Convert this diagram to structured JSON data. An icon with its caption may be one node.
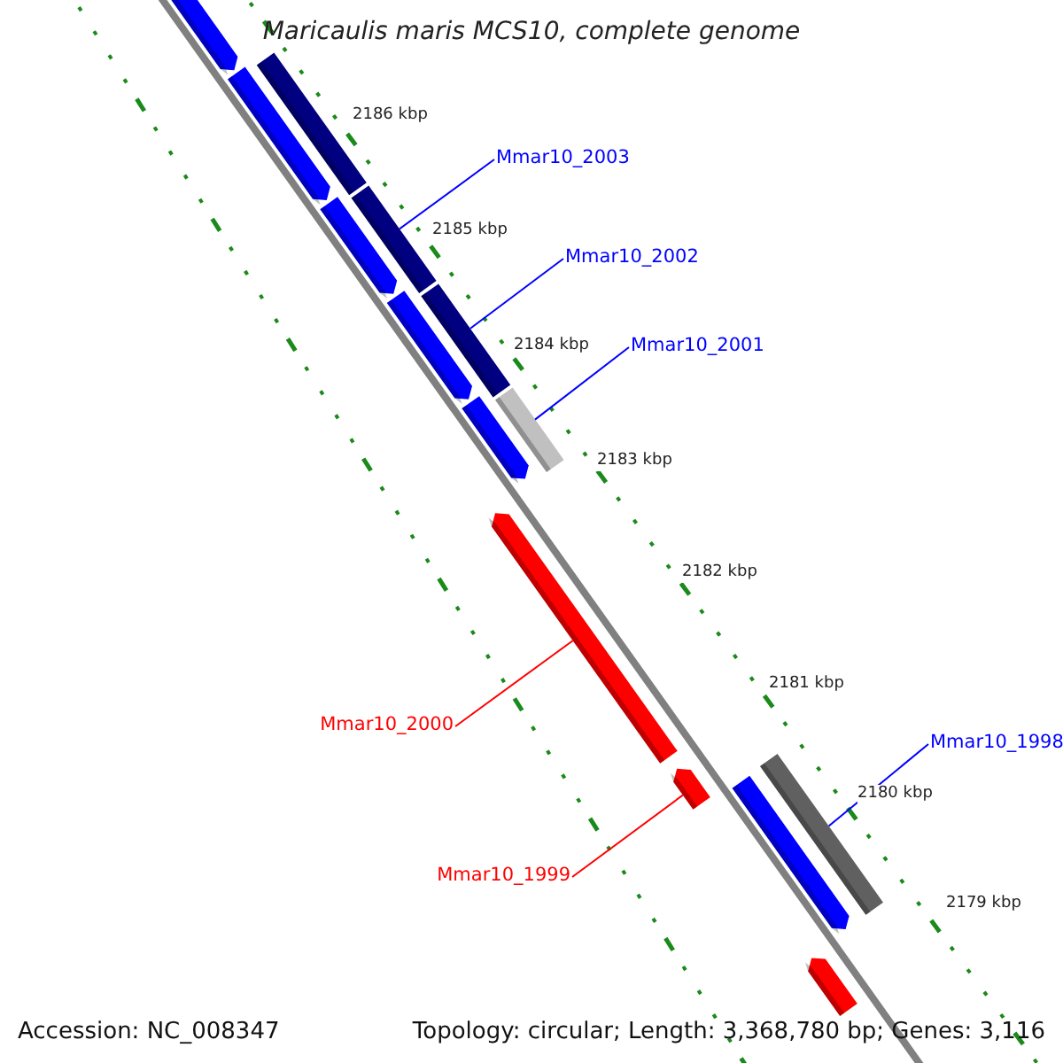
{
  "diagram": {
    "title": "Maricaulis maris MCS10, complete genome",
    "nodes": [
      {
        "text": [
          "Mmar10_2003"
        ]
      },
      {
        "text": [
          "Mmar10_2002"
        ]
      },
      {
        "text": [
          "Mmar10_2001"
        ]
      },
      {
        "text": [
          "Mmar10_2000"
        ]
      },
      {
        "text": [
          "Mmar10_1998"
        ]
      },
      {
        "text": [
          "Mmar10_1999"
        ]
      },
      {
        "text": [],
        "shape": "bar"
      },
      {
        "text": [],
        "shape": "bar"
      },
      {
        "text": [],
        "shape": "bar"
      },
      {
        "text": [],
        "shape": "bar"
      },
      {
        "text": [],
        "shape": "bar"
      },
      {
        "text": [],
        "shape": "bar"
      },
      {
        "text": [],
        "shape": "bar"
      },
      {
        "text": [],
        "shape": "bar"
      },
      {
        "text": [],
        "shape": "bar"
      },
      {
        "text": [],
        "shape": "bar"
      },
      {
        "text": [],
        "shape": "bar"
      },
      {
        "text": [],
        "shape": "bar"
      },
      {
        "text": [],
        "shape": "bar"
      },
      {
        "text": [],
        "shape": "bar"
      }
    ],
    "edges": [
      {
        "from": 0,
        "to": 9,
        "arrow": "none"
      },
      {
        "from": 1,
        "to": 11,
        "arrow": "none"
      },
      {
        "from": 2,
        "to": 13,
        "arrow": "none"
      },
      {
        "from": 3,
        "to": 15,
        "arrow": "none",
        "color": "#ff0000"
      },
      {
        "from": 4,
        "to": 16,
        "arrow": "none"
      },
      {
        "from": 5,
        "to": 17,
        "arrow": "none",
        "color": "#ff0000"
      }
    ],
    "labels": [
      "2186 kbp",
      "2185 kbp",
      "2184 kbp",
      "2183 kbp",
      "2182 kbp",
      "2181 kbp",
      "2180 kbp",
      "2179 kbp",
      "Accession: NC_008347",
      "Topology: circular; Length: 3,368,780 bp; Genes: 3,116"
    ]
  }
}
